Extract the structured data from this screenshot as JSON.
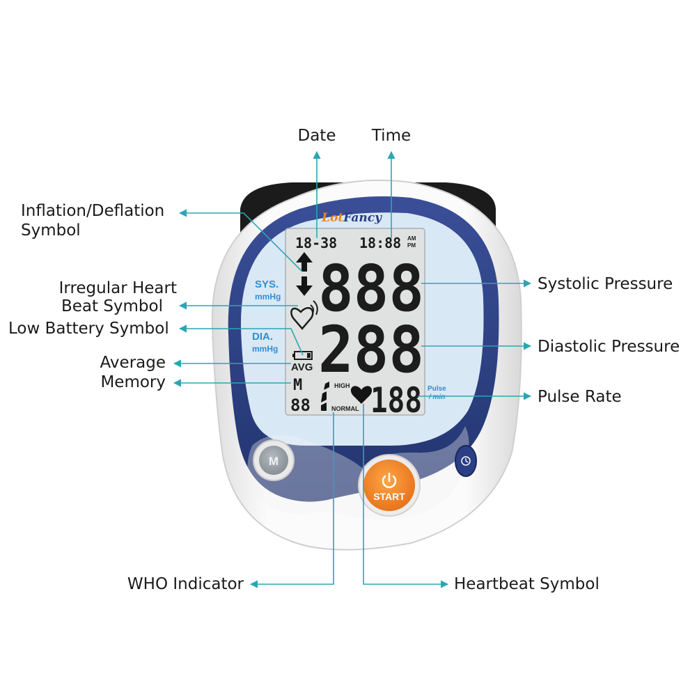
{
  "device": {
    "brand_part1": "Lot",
    "brand_part2": "Fancy",
    "buttons": {
      "memory": "M",
      "start": "START"
    },
    "lcd": {
      "date": "18-38",
      "time": "18:88",
      "am": "AM",
      "pm": "PM",
      "sys_label": "SYS.",
      "sys_unit": "mmHg",
      "dia_label": "DIA.",
      "dia_unit": "mmHg",
      "systolic": "888",
      "diastolic": "288",
      "pulse": "188",
      "pulse_unit_1": "Pulse",
      "pulse_unit_2": "/ min",
      "avg": "AVG",
      "memory_letter": "M",
      "memory_number": "88",
      "who_high": "HIGH",
      "who_normal": "NORMAL"
    }
  },
  "callouts": {
    "date": "Date",
    "time": "Time",
    "inflation_1": "Inflation/Deflation",
    "inflation_2": "Symbol",
    "irregular_1": "Irregular Heart",
    "irregular_2": "Beat Symbol",
    "low_battery": "Low Battery Symbol",
    "average": "Average",
    "memory": "Memory",
    "systolic": "Systolic Pressure",
    "diastolic": "Diastolic Pressure",
    "pulse_rate": "Pulse Rate",
    "who_indicator": "WHO Indicator",
    "heartbeat": "Heartbeat Symbol"
  },
  "colors": {
    "callout_line": "#2aa6b3",
    "device_blue": "#2b3f86",
    "lcd_background": "#dfe2e2",
    "lcd_label_blue": "#2f8fd0",
    "start_orange": "#f5891f",
    "body_white": "#f7f7f7"
  }
}
